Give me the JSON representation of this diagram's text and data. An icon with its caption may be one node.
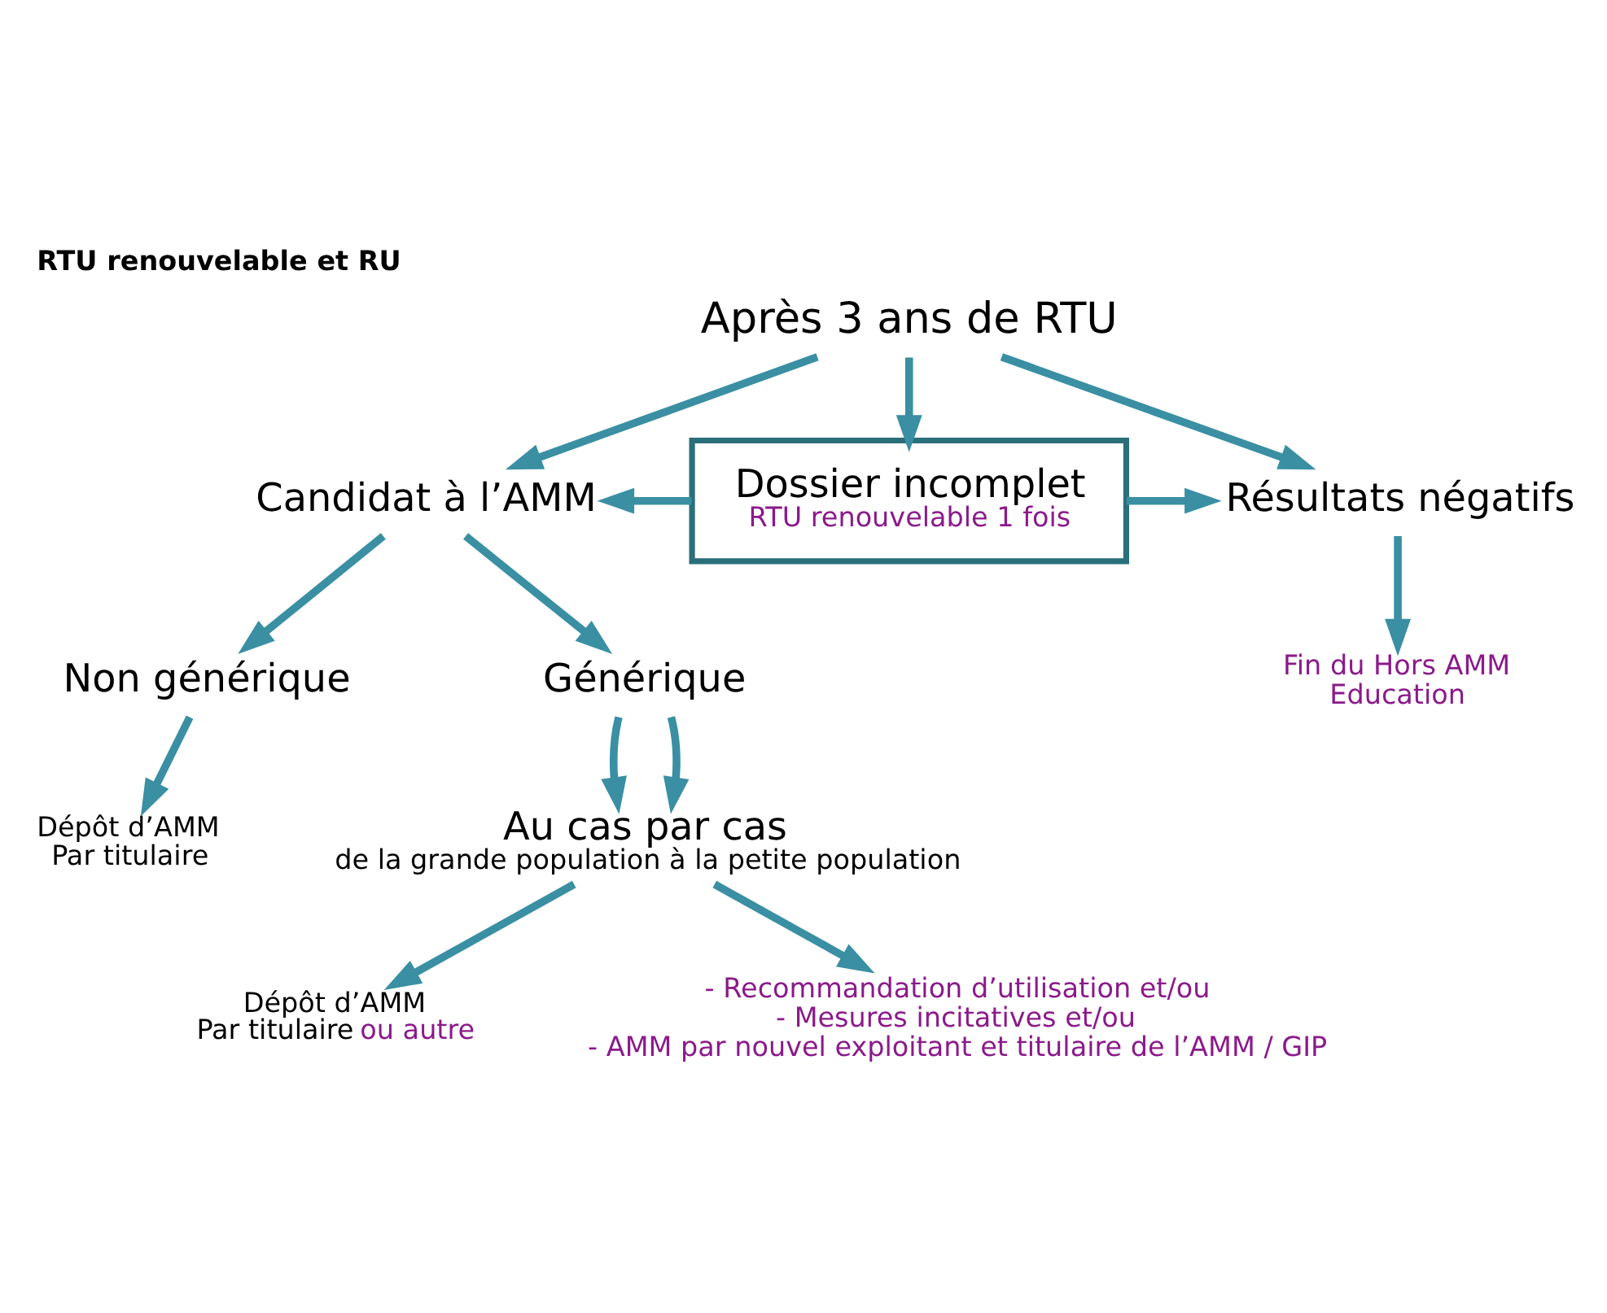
{
  "diagram": {
    "title": "RTU renouvelable et RU",
    "nodes": [
      {
        "text": [
          "Après 3 ans de RTU"
        ]
      },
      {
        "text": [
          "Candidat à l’AMM"
        ]
      },
      {
        "text": [
          "Dossier incomplet",
          "RTU renouvelable 1 fois"
        ]
      },
      {
        "text": [
          "Résultats négatifs"
        ]
      },
      {
        "text": [
          "Non générique"
        ]
      },
      {
        "text": [
          "Générique"
        ]
      },
      {
        "text": [
          "Au cas par cas",
          "de la grande population à la petite population"
        ]
      },
      {
        "text": [
          "Dépôt d’AMM",
          "Par titulaire"
        ]
      },
      {
        "text": [
          "Dépôt d’AMM",
          "Par titulaire",
          "ou autre"
        ]
      },
      {
        "text": [
          "- Recommandation d’utilisation et/ou",
          "- Mesures incitatives et/ou",
          "- AMM par nouvel exploitant et titulaire de l’AMM / GIP"
        ]
      },
      {
        "text": [
          "Fin du Hors AMM",
          "Education"
        ]
      }
    ],
    "edges": [
      {
        "from": 0,
        "to": 1,
        "arrow": "to"
      },
      {
        "from": 0,
        "to": 2,
        "arrow": "to"
      },
      {
        "from": 0,
        "to": 3,
        "arrow": "to"
      },
      {
        "from": 2,
        "to": 1,
        "arrow": "to"
      },
      {
        "from": 2,
        "to": 3,
        "arrow": "to"
      },
      {
        "from": 1,
        "to": 4,
        "arrow": "to"
      },
      {
        "from": 1,
        "to": 5,
        "arrow": "to"
      },
      {
        "from": 4,
        "to": 7,
        "arrow": "to"
      },
      {
        "from": 5,
        "to": 6,
        "arrow": "to"
      },
      {
        "from": 5,
        "to": 6,
        "arrow": "to"
      },
      {
        "from": 6,
        "to": 8,
        "arrow": "to"
      },
      {
        "from": 6,
        "to": 9,
        "arrow": "to"
      },
      {
        "from": 3,
        "to": 10,
        "arrow": "to"
      }
    ]
  }
}
